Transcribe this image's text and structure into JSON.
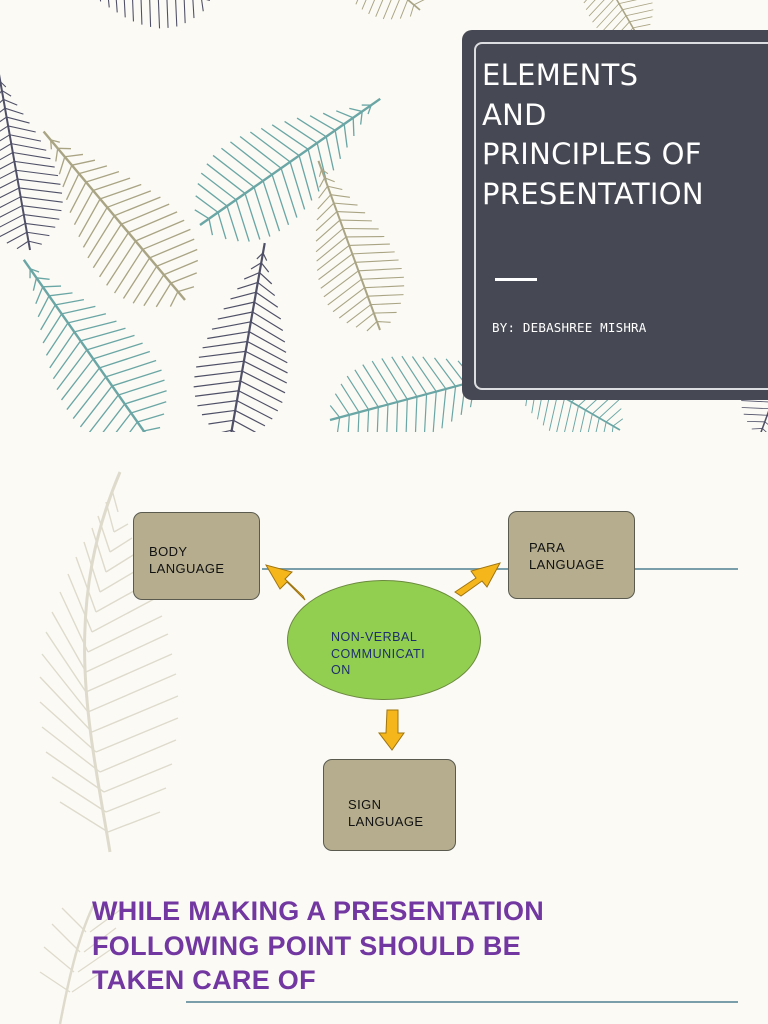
{
  "slide1": {
    "title": "ELEMENTS\nAND\nPRINCIPLES OF\nPRESENTATION",
    "author": "BY: DEBASHREE MISHRA"
  },
  "slide2": {
    "center": "NON-VERBAL\nCOMMUNICATI\nON",
    "body_language": [
      "BODY",
      "LANGUAGE"
    ],
    "para_language": [
      "PARA",
      "LANGUAGE"
    ],
    "sign_language": [
      "SIGN",
      "LANGUAGE"
    ],
    "heading": "WHILE MAKING A PRESENTATION\nFOLLOWING POINT SHOULD BE\nTAKEN CARE OF"
  },
  "colors": {
    "title_card": "#464953",
    "box_fill": "#b5ad8e",
    "oval_fill": "#92cf51",
    "arrow_fill": "#f5b61c",
    "heading_text": "#7237a0",
    "feather_teal": "#6aa6a5",
    "feather_olive": "#a9a484",
    "feather_navy": "#4f5068"
  }
}
